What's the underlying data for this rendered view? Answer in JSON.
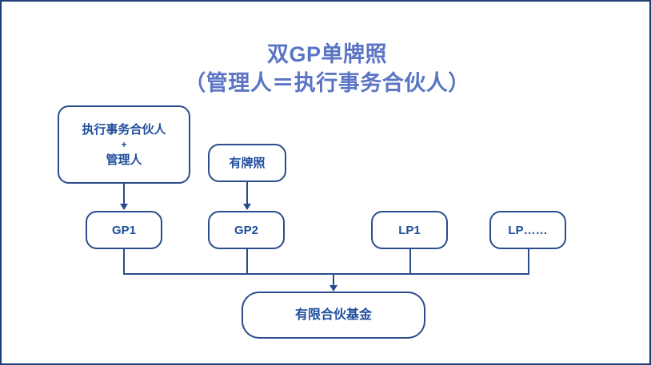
{
  "diagram": {
    "title": "双GP单牌照\n（管理人＝执行事务合伙人）",
    "title_color": "#5B75C4",
    "node_border_color": "#2B4C8C",
    "node_text_color": "#1F4E9C",
    "frame_color": "#1F3F7A",
    "background_color": "#ffffff"
  },
  "nodes": {
    "gp_manager": {
      "line1": "执行事务合伙人",
      "plus": "+",
      "line2": "管理人"
    },
    "licensed": {
      "label": "有牌照"
    },
    "gp1": {
      "label": "GP1"
    },
    "gp2": {
      "label": "GP2"
    },
    "lp1": {
      "label": "LP1"
    },
    "lp_more": {
      "label": "LP……"
    },
    "fund": {
      "label": "有限合伙基金"
    }
  }
}
